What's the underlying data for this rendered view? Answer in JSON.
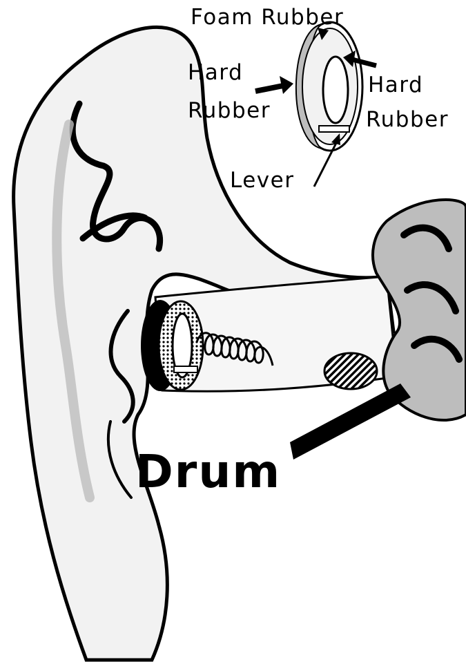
{
  "labels": {
    "foam_rubber": "Foam Rubber",
    "hard_rubber_left_line1": "Hard",
    "hard_rubber_left_line2": "Rubber",
    "hard_rubber_right_line1": "Hard",
    "hard_rubber_right_line2": "Rubber",
    "lever": "Lever",
    "drum": "Drum"
  },
  "colors": {
    "ink": "#000000",
    "skin": "#f2f2f2",
    "shade": "#bdbdbd",
    "foam": "#e6e6e6"
  }
}
